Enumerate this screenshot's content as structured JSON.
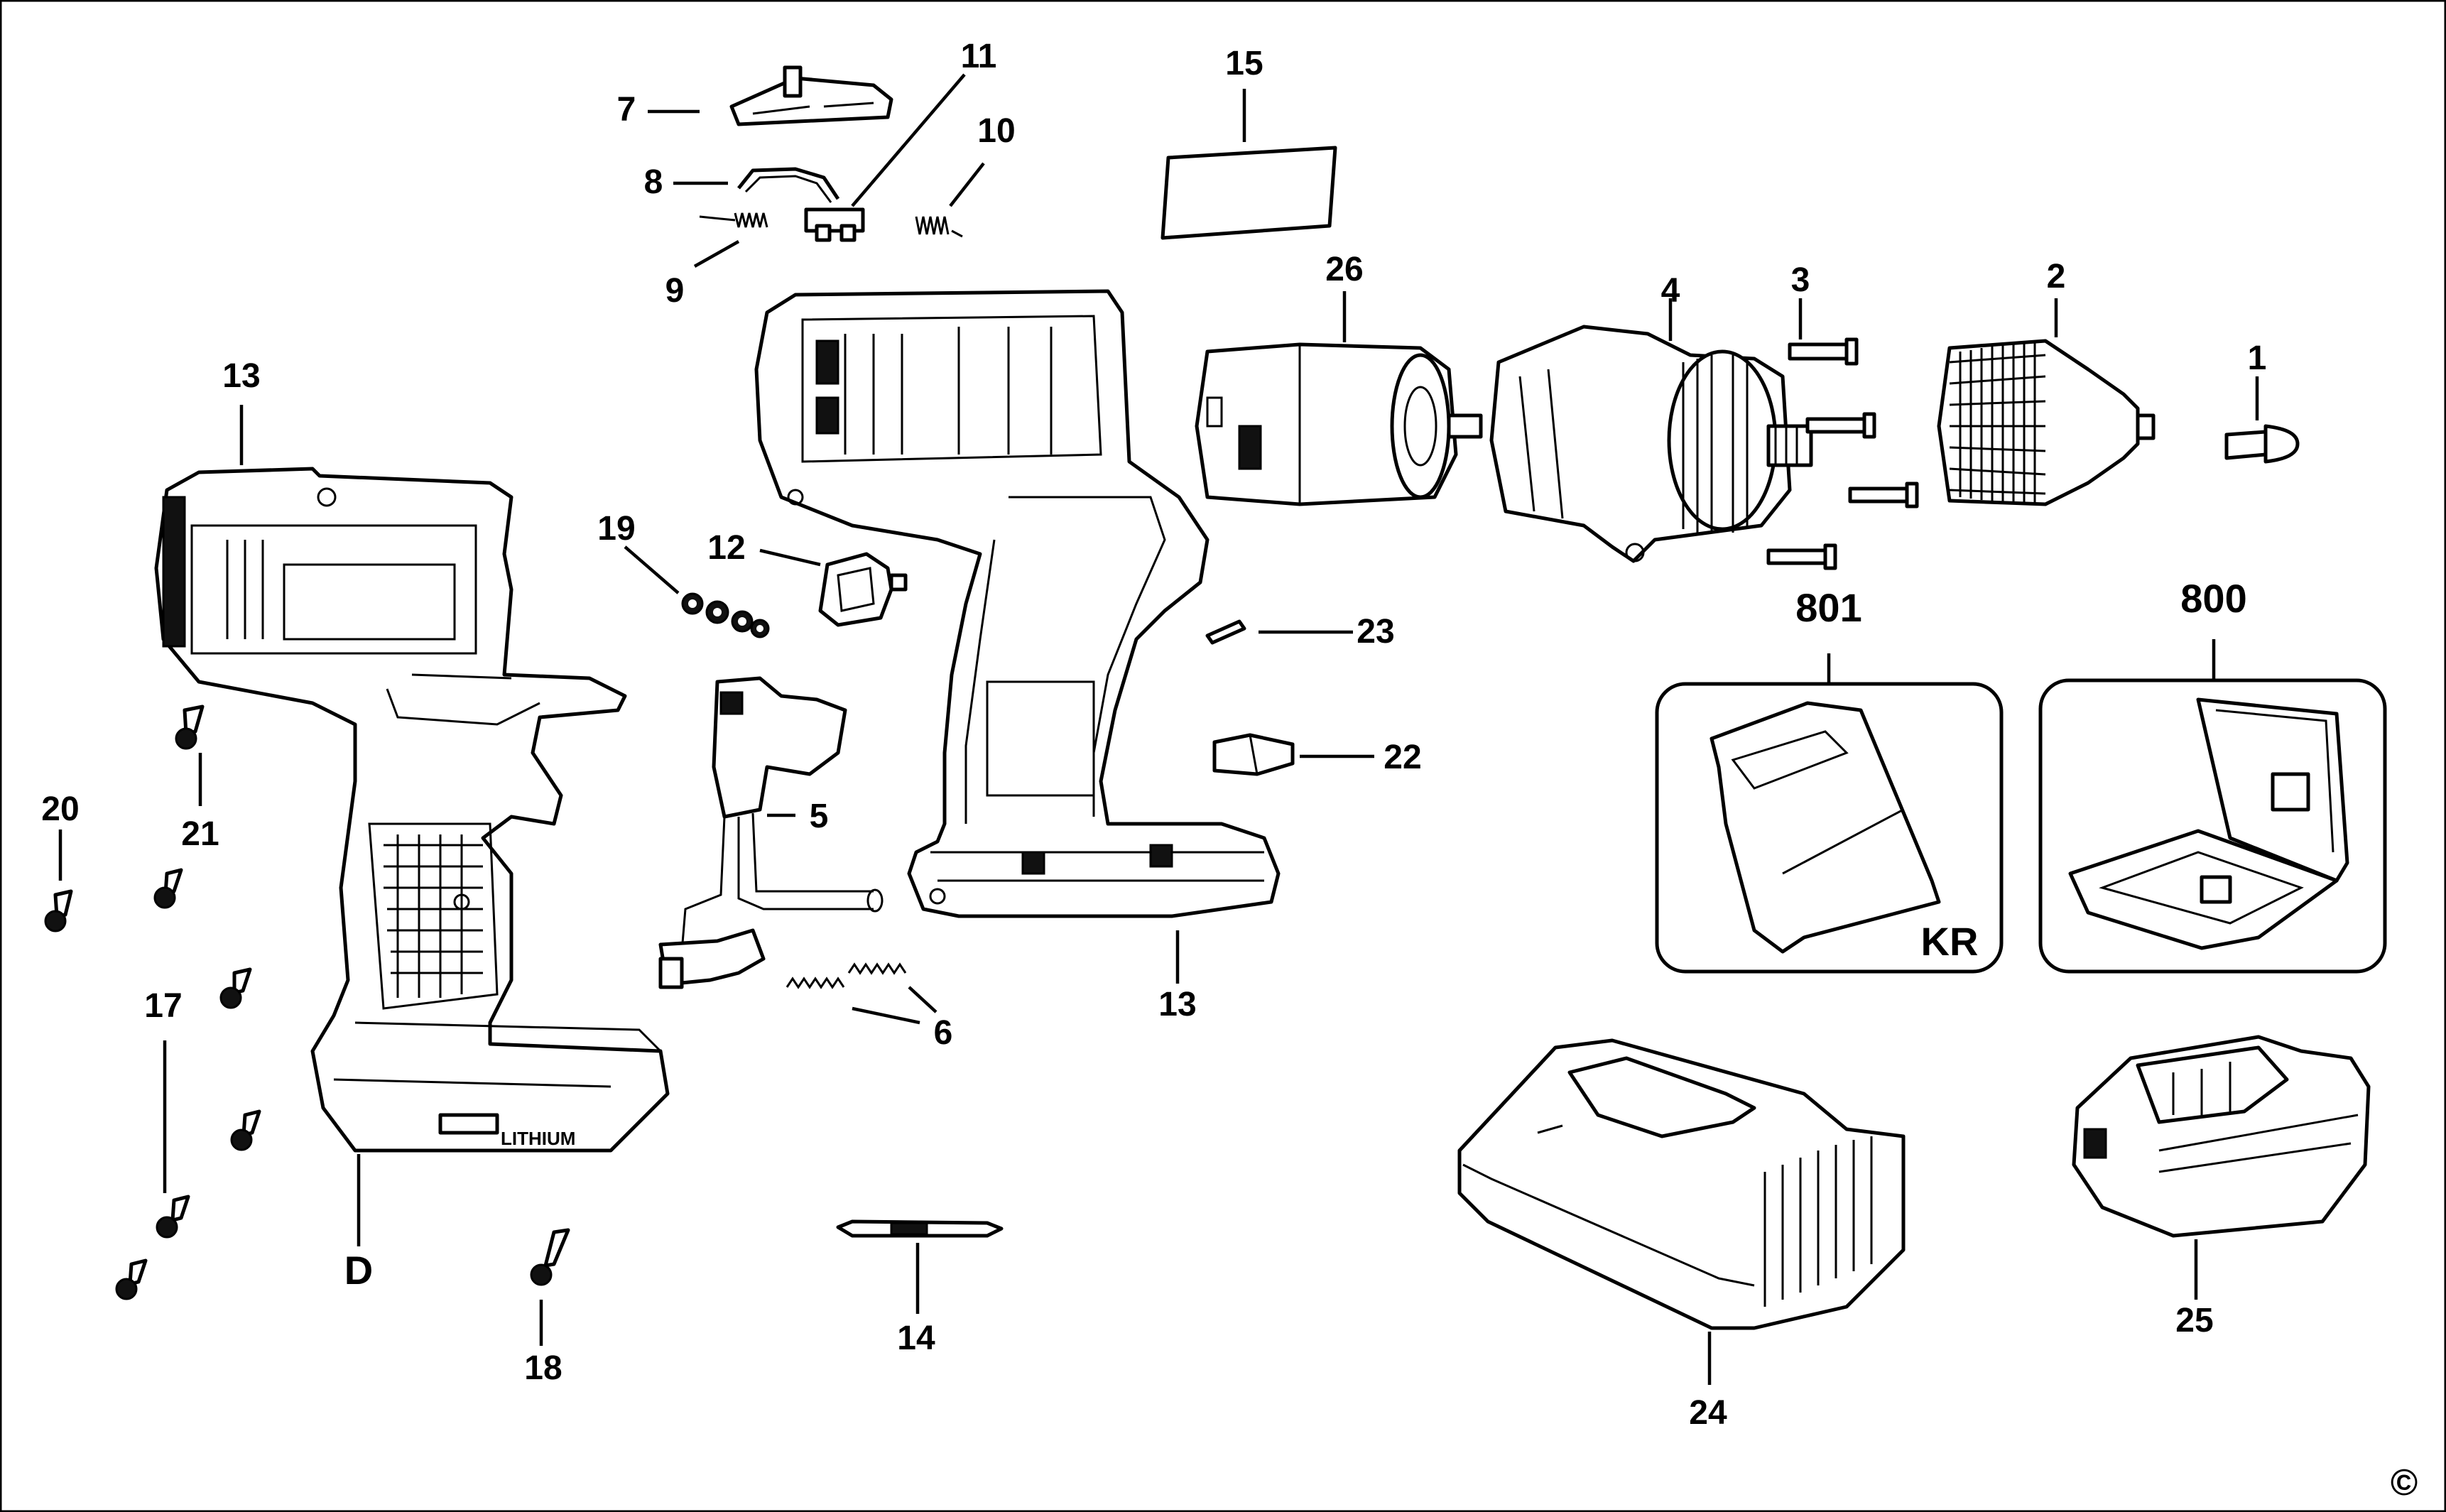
{
  "diagram": {
    "callouts": {
      "c1": "1",
      "c2": "2",
      "c3": "3",
      "c4": "4",
      "c5": "5",
      "c6": "6",
      "c7": "7",
      "c8": "8",
      "c9": "9",
      "c10": "10",
      "c11": "11",
      "c12": "12",
      "c13a": "13",
      "c13b": "13",
      "c14": "14",
      "c15": "15",
      "c17": "17",
      "c18": "18",
      "c19": "19",
      "c20": "20",
      "c21": "21",
      "c22": "22",
      "c23": "23",
      "c24": "24",
      "c25": "25",
      "c26": "26",
      "c800": "800",
      "c801": "801",
      "cD": "D"
    },
    "bag_marking": "KR",
    "housing_marking": "LITHIUM",
    "copyright": "©"
  }
}
